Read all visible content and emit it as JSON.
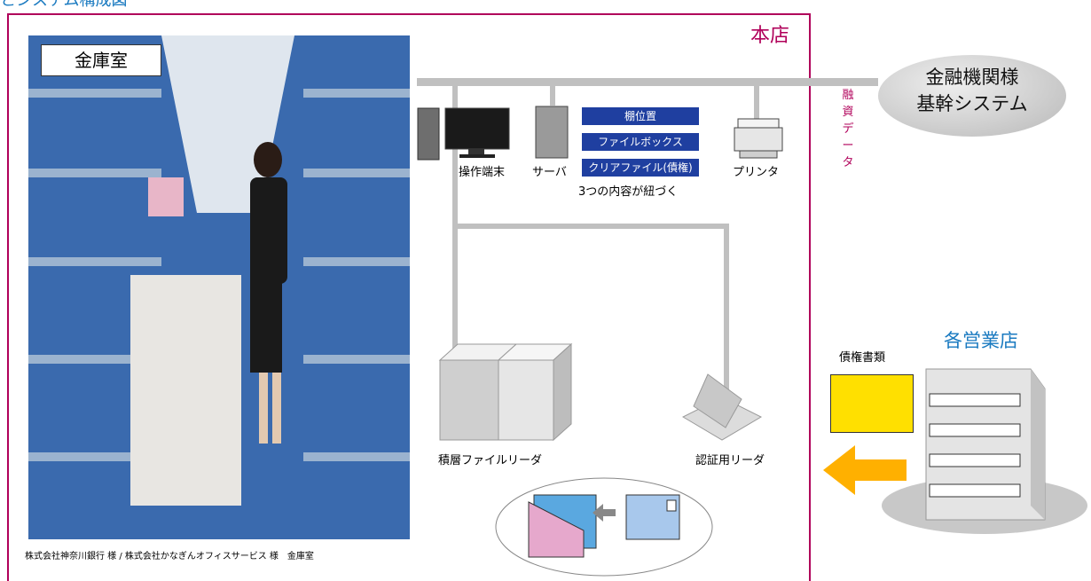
{
  "top_caption": "とシステム構成図",
  "head_office_label": "本店",
  "vault_label": "金庫室",
  "photo_credit": "株式会社神奈川銀行 様 / 株式会社かなぎんオフィスサービス 様　金庫室",
  "devices": {
    "terminal": "操作端末",
    "server": "サーバ",
    "printer": "プリンタ",
    "stacked_reader": "積層ファイルリーダ",
    "auth_reader": "認証用リーダ"
  },
  "tags": [
    "棚位置",
    "ファイルボックス",
    "クリアファイル(債権)"
  ],
  "tags_caption": "3つの内容が紐づく",
  "core_system": [
    "金融機関様",
    "基幹システム"
  ],
  "loan_data_label": "融資データ",
  "branches_title": "各営業店",
  "docs_label": "債権書類",
  "colors": {
    "frame": "#b0005a",
    "accent": "#1a7ac0",
    "tag_bg": "#1f3fa0",
    "arrow": "#ffb000",
    "doc": "#ffe000"
  }
}
